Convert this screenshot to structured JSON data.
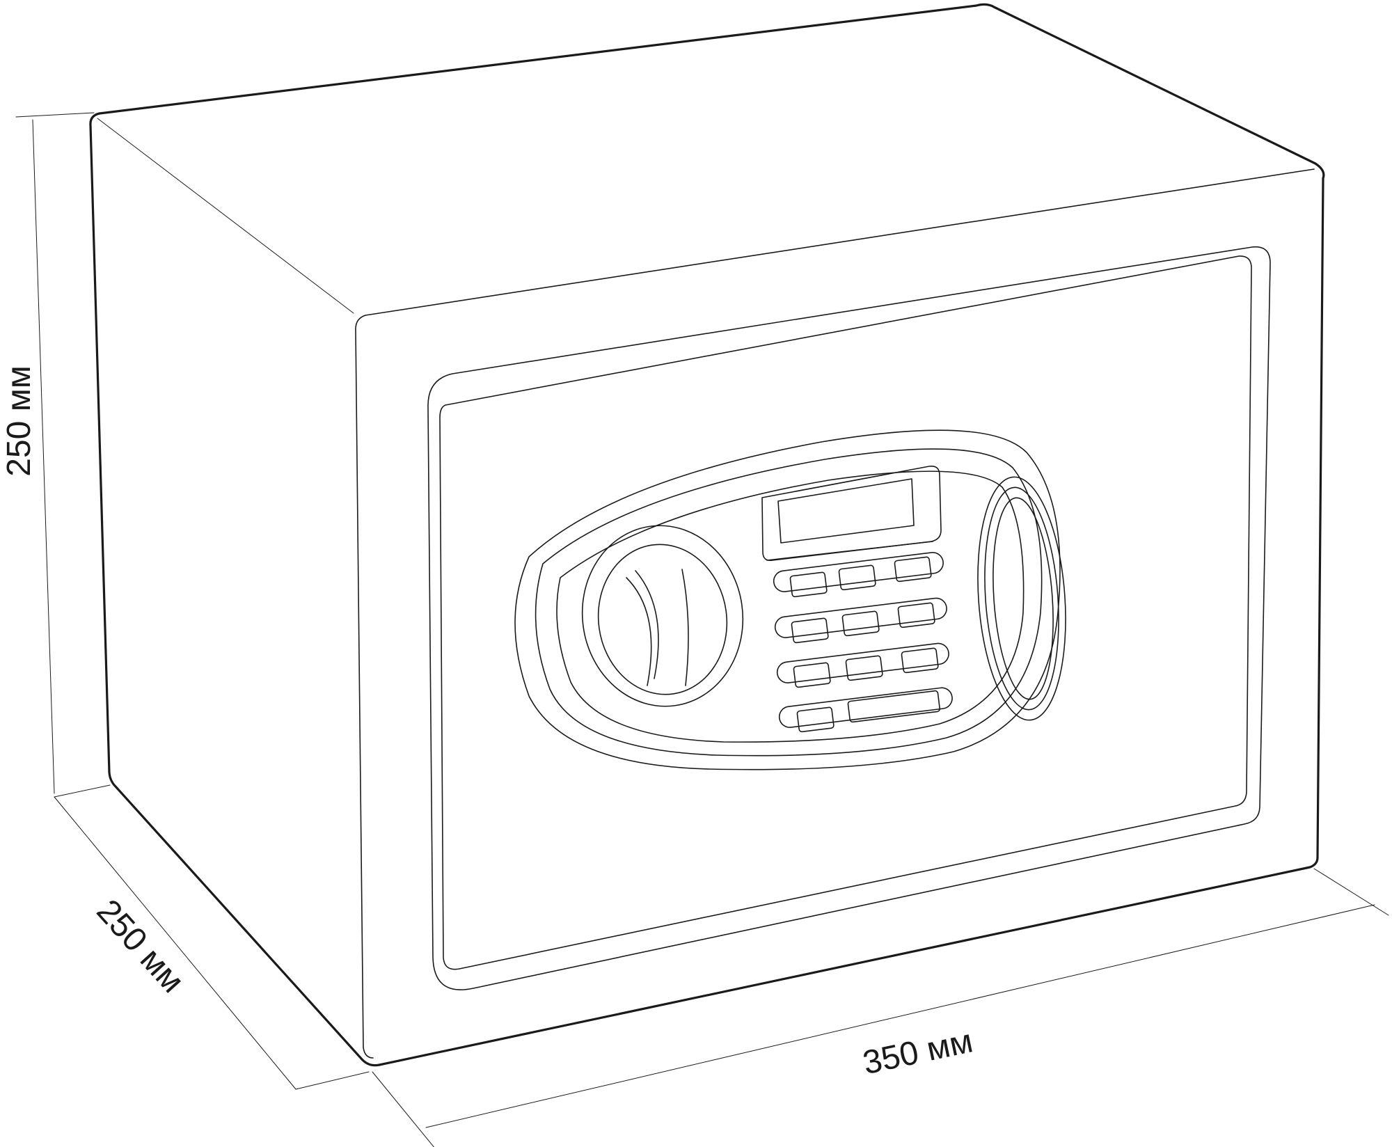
{
  "dimensions": {
    "height_label": "250 мм",
    "depth_label": "250 мм",
    "width_label": "350 мм"
  },
  "colors": {
    "line": "#1a1a1a",
    "background": "#ffffff"
  },
  "icons": [
    "safe-outline",
    "keypad",
    "lcd-display",
    "rotary-knob",
    "handle-oval"
  ]
}
